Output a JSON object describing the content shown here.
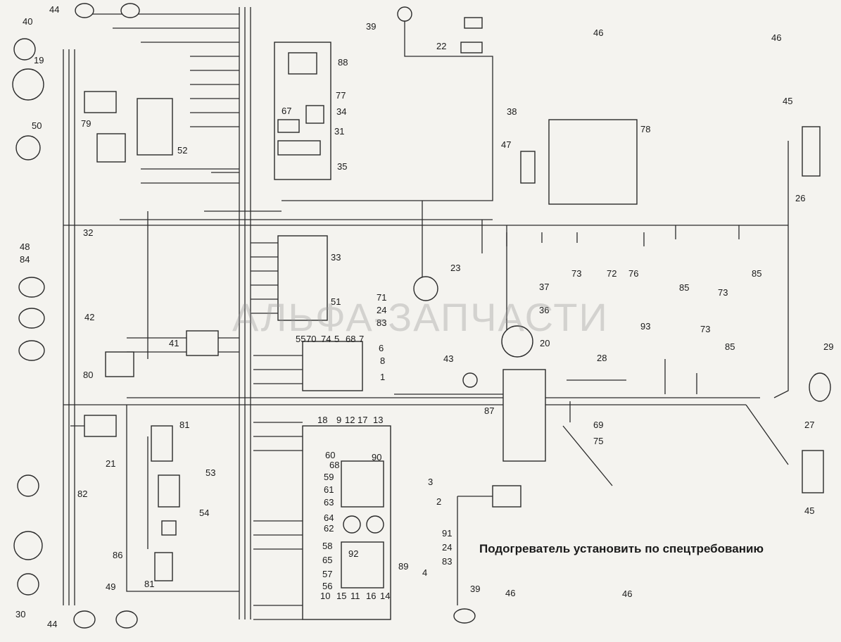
{
  "caption": "Подогреватель установить по спецтребованию",
  "watermark": "АЛЬФА-ЗАПЧАСТИ",
  "colors": {
    "line": "#2a2a2a",
    "paper": "#f4f3ef"
  },
  "callouts": [
    "44",
    "40",
    "19",
    "50",
    "79",
    "52",
    "88",
    "77",
    "67",
    "34",
    "31",
    "35",
    "39",
    "22",
    "46",
    "46",
    "45",
    "38",
    "78",
    "47",
    "26",
    "32",
    "48",
    "84",
    "42",
    "33",
    "23",
    "73",
    "72",
    "76",
    "85",
    "85",
    "73",
    "37",
    "36",
    "20",
    "93",
    "73",
    "85",
    "29",
    "41",
    "80",
    "51",
    "71",
    "24",
    "83",
    "55",
    "70",
    "74",
    "5",
    "68",
    "7",
    "6",
    "8",
    "1",
    "43",
    "28",
    "87",
    "69",
    "75",
    "27",
    "45",
    "21",
    "81",
    "53",
    "82",
    "54",
    "86",
    "81",
    "49",
    "30",
    "44",
    "18",
    "9",
    "12",
    "17",
    "13",
    "60",
    "68",
    "90",
    "59",
    "61",
    "63",
    "64",
    "62",
    "58",
    "65",
    "57",
    "56",
    "10",
    "15",
    "11",
    "16",
    "14",
    "3",
    "2",
    "91",
    "24",
    "83",
    "92",
    "89",
    "4",
    "39",
    "46",
    "46"
  ]
}
